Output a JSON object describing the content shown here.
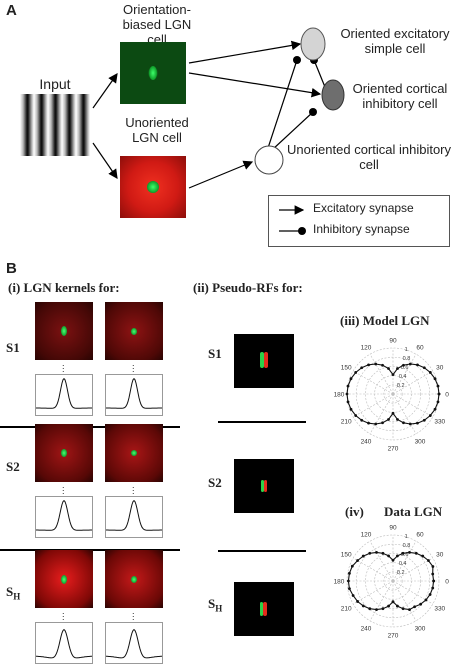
{
  "panel_a": {
    "letter": "A",
    "input_label": "Input",
    "oriented_lgn_label": "Orientation-biased LGN cell",
    "unoriented_lgn_label": "Unoriented LGN cell",
    "excitatory_simple_label": "Oriented excitatory simple cell",
    "cortical_inhibitory_label": "Oriented cortical inhibitory cell",
    "unoriented_cortical_label": "Unoriented cortical inhibitory cell",
    "legend": {
      "excitatory": "Excitatory synapse",
      "inhibitory": "Inhibitory synapse"
    },
    "colors": {
      "kernel_red": "#e3201c",
      "center_green": "#18c43c",
      "simple_cell_fill": "#d4d4d4",
      "inhibitory_cell_fill": "#6e6e6e"
    }
  },
  "panel_b": {
    "letter": "B",
    "col1_title": "(i) LGN kernels for:",
    "col2_title": "(ii) Pseudo-RFs for:",
    "rows": [
      {
        "label": "S1"
      },
      {
        "label": "S2"
      },
      {
        "label_main": "S",
        "label_sub": "H"
      }
    ],
    "polar_model": {
      "title": "(iii) Model LGN",
      "ring_labels": [
        "1",
        "0.8",
        "0.6",
        "0.4",
        "0.2"
      ],
      "angle_labels": [
        "90",
        "60",
        "30",
        "0",
        "330",
        "300",
        "270",
        "240",
        "210",
        "180",
        "150",
        "120"
      ]
    },
    "polar_data": {
      "title_prefix": "(iv)",
      "title": "Data LGN",
      "ring_labels": [
        "1",
        "0.8",
        "0.6",
        "0.4",
        "0.2"
      ],
      "angle_labels": [
        "90",
        "60",
        "30",
        "0",
        "330",
        "300",
        "270",
        "240",
        "210",
        "180",
        "150",
        "120"
      ]
    }
  }
}
